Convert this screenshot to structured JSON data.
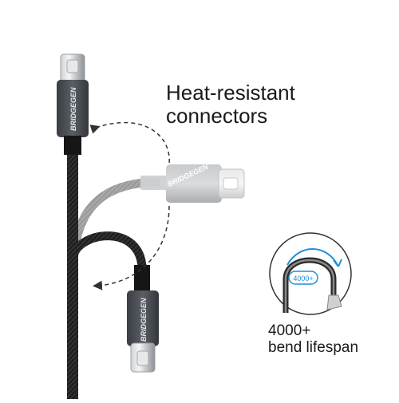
{
  "brand": "BRIDGEGEN",
  "feature_heat": {
    "line1": "Heat-resistant",
    "line2": "connectors"
  },
  "feature_bend": {
    "badge": "4000+",
    "line1": "4000+",
    "line2": "bend lifespan"
  },
  "colors": {
    "cable_dark": "#1f1f1f",
    "cable_light": "#8c8c8c",
    "housing_dark": "#4a4e54",
    "housing_light": "#b5b8bc",
    "accent_blue": "#1e90d6"
  }
}
